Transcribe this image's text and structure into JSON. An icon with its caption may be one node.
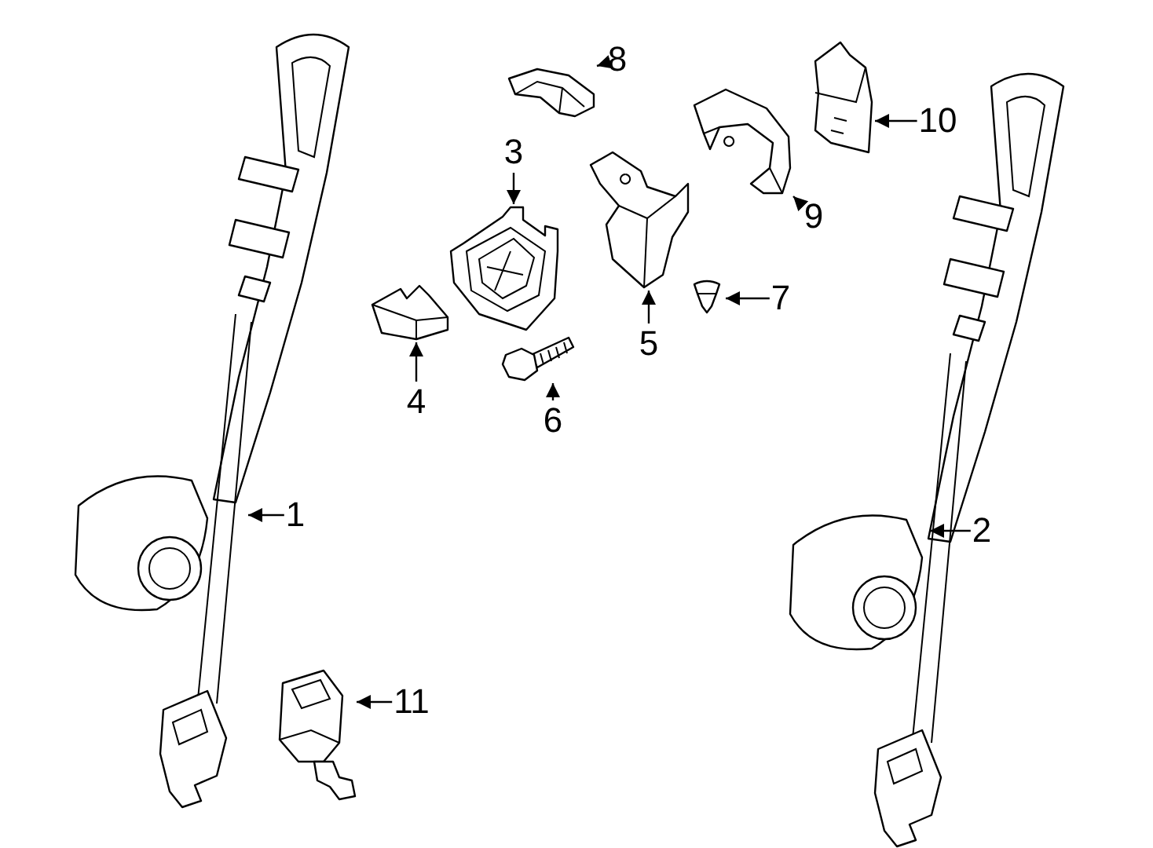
{
  "diagram": {
    "nodes": [
      {
        "text": [
          "1"
        ]
      },
      {
        "text": [
          "2"
        ]
      },
      {
        "text": [
          "3"
        ]
      },
      {
        "text": [
          "4"
        ]
      },
      {
        "text": [
          "5"
        ]
      },
      {
        "text": [
          "6"
        ]
      },
      {
        "text": [
          "7"
        ]
      },
      {
        "text": [
          "8"
        ]
      },
      {
        "text": [
          "9"
        ]
      },
      {
        "text": [
          "10"
        ]
      },
      {
        "text": [
          "11"
        ]
      },
      {
        "text": [],
        "shape": "picture"
      },
      {
        "text": [],
        "shape": "picture"
      },
      {
        "text": [],
        "shape": "picture"
      },
      {
        "text": [],
        "shape": "picture"
      },
      {
        "text": [],
        "shape": "picture"
      },
      {
        "text": [],
        "shape": "picture"
      },
      {
        "text": [],
        "shape": "picture"
      },
      {
        "text": [],
        "shape": "picture"
      },
      {
        "text": [],
        "shape": "picture"
      }
    ],
    "edges": [
      {
        "from": 0,
        "to": null,
        "arrow": "to"
      },
      {
        "from": 1,
        "to": null,
        "arrow": "to"
      },
      {
        "from": 2,
        "to": 11,
        "arrow": "to"
      },
      {
        "from": 3,
        "to": 12,
        "arrow": "to"
      },
      {
        "from": 4,
        "to": 13,
        "arrow": "to"
      },
      {
        "from": 5,
        "to": 14,
        "arrow": "to"
      },
      {
        "from": 6,
        "to": 15,
        "arrow": "to"
      },
      {
        "from": 7,
        "to": 16,
        "arrow": "to"
      },
      {
        "from": 8,
        "to": 17,
        "arrow": "to"
      },
      {
        "from": 9,
        "to": 18,
        "arrow": "to"
      },
      {
        "from": 10,
        "to": 19,
        "arrow": "to"
      }
    ]
  }
}
